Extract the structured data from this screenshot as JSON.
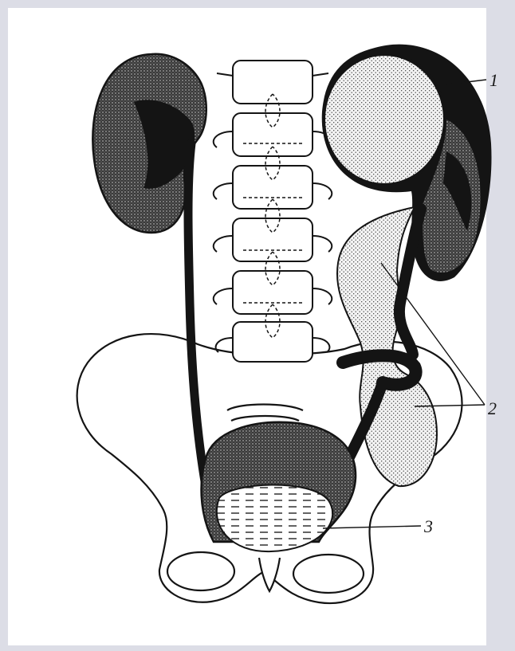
{
  "figure": {
    "labels": {
      "cyst": "1",
      "ureters": "2",
      "bladder_content": "3"
    },
    "colors": {
      "ink": "#141414",
      "paper": "#ffffff",
      "page_bg": "#dcdde6",
      "stipple_light": "#d4d4d4",
      "stipple_dark": "#3a3a3a"
    }
  }
}
